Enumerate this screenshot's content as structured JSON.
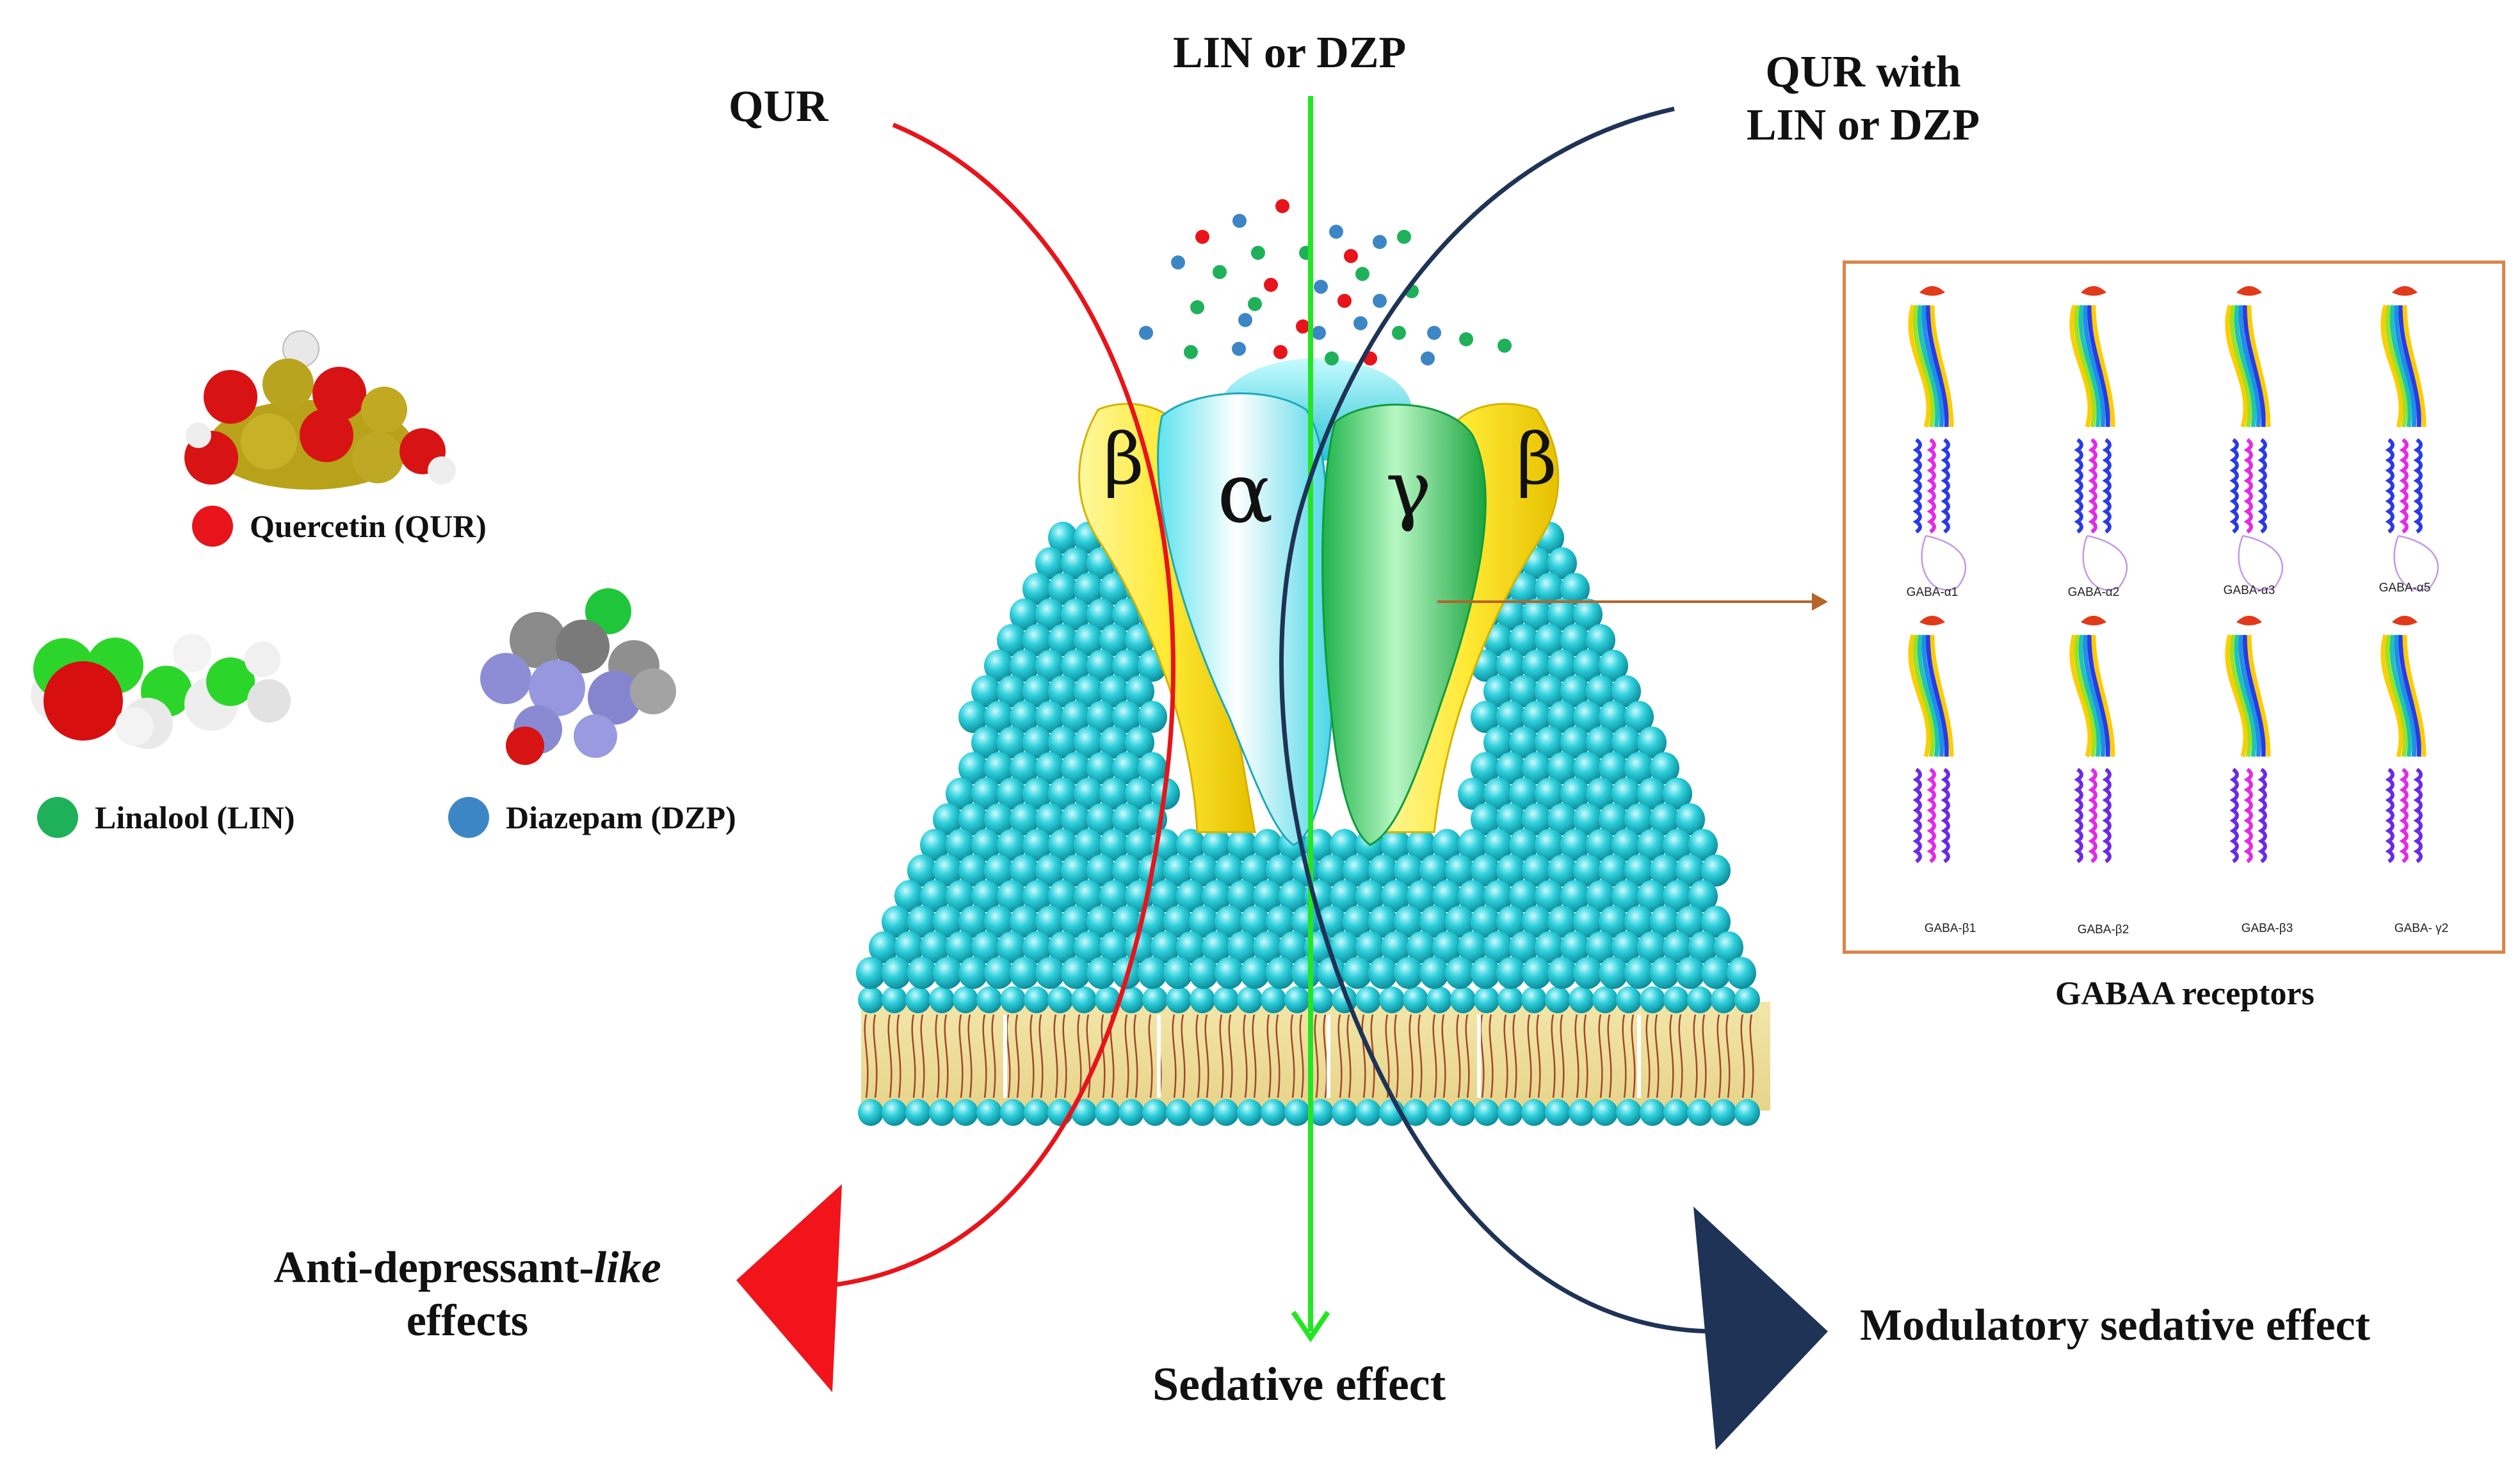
{
  "arrows": {
    "qur_label": "QUR",
    "lin_dzp_label": "LIN or DZP",
    "qur_with_line1": "QUR with",
    "qur_with_line2": "LIN or DZP"
  },
  "legend": [
    {
      "label": "Quercetin (QUR)",
      "color": "#e8141b"
    },
    {
      "label": "Linalool (LIN)",
      "color": "#1fb15a"
    },
    {
      "label": "Diazepam (DZP)",
      "color": "#3d86c6"
    }
  ],
  "receptor": {
    "subunits": [
      "β",
      "α",
      "γ",
      "β"
    ]
  },
  "panel": {
    "title": "GABAA receptors",
    "proteins_top": [
      "GABA-α1",
      "GABA-α2",
      "GABA-α3",
      "GABA-α5"
    ],
    "proteins_bottom": [
      "GABA-β1",
      "GABA-β2",
      "GABA-β3",
      "GABA- γ2"
    ]
  },
  "effects": {
    "antidepressant_line1_a": "Anti-depressant-",
    "antidepressant_line1_b": "like",
    "antidepressant_line2": "effects",
    "sedative": "Sedative effect",
    "modulatory": "Modulatory sedative effect"
  },
  "colors": {
    "qur_arrow": "#e8141b",
    "lin_arrow": "#22dd22",
    "combo_arrow": "#1f3357",
    "membrane_beads": "#27c9d6",
    "panel_border": "#d9854a"
  }
}
